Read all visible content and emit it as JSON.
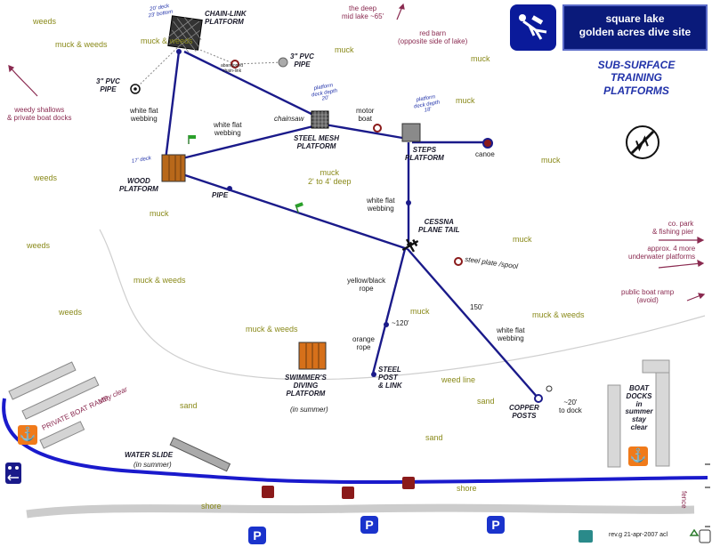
{
  "title": {
    "line1": "square lake",
    "line2": "golden acres dive site"
  },
  "subtitle": {
    "line1": "SUB-SURFACE",
    "line2": "TRAINING",
    "line3": "PLATFORMS"
  },
  "vegetation": {
    "weeds_1": "weeds",
    "muck_weeds_1": "muck & weeds",
    "muck_weeds_2": "muck & weeds",
    "muck_1": "muck",
    "muck_2": "muck",
    "muck_3": "muck",
    "muck_4": "muck",
    "weeds_2": "weeds",
    "weeds_3": "weeds",
    "weeds_4": "weeds",
    "muck_5": "muck",
    "muck_6": "muck",
    "muck_7": "muck",
    "muck_deep": "muck\n2' to 4' deep",
    "muck_weeds_3": "muck & weeds",
    "muck_weeds_4": "muck & weeds",
    "muck_weeds_5": "muck & weeds",
    "weed_line": "weed line",
    "sand_1": "sand",
    "sand_2": "sand",
    "sand_3": "sand",
    "shore_1": "shore",
    "shore_2": "shore"
  },
  "annotations": {
    "deep": "the deep\nmid lake ~65'",
    "red_barn": "red barn\n(opposite side of lake)",
    "weedy_shallows": "weedy shallows\n& private boat docks",
    "co_park": "co. park\n& fishing pier",
    "more_platforms": "approx. 4 more\nunderwater platforms",
    "public_ramp": "public boat ramp\n(avoid)",
    "to_dock": "~20'\nto dock"
  },
  "features": {
    "chain_link": "CHAIN-LINK\nPLATFORM",
    "chain_link_depth": "20' deck\n23' bottom",
    "pvc_pipe_right": "3\" PVC\nPIPE",
    "pvc_pipe_left": "3\" PVC\nPIPE",
    "abandoned": "abandoned\nchain-link",
    "white_webbing_1": "white flat\nwebbing",
    "white_webbing_2": "white flat\nwebbing",
    "white_webbing_3": "white flat\nwebbing",
    "white_webbing_4": "white flat\nwebbing",
    "chainsaw": "chainsaw",
    "steel_mesh": "STEEL MESH\nPLATFORM",
    "steel_mesh_depth": "platform\ndeck depth\n20'",
    "motor_boat": "motor\nboat",
    "steps_depth": "platform\ndeck depth\n18'",
    "steps": "STEPS\nPLATFORM",
    "canoe": "canoe",
    "wood_depth": "17' deck",
    "wood": "WOOD\nPLATFORM",
    "pipe": "PIPE",
    "cessna": "CESSNA\nPLANE TAIL",
    "steel_plate": "steel plate /spool",
    "yellow_rope": "yellow/black\nrope",
    "depth_120": "~120'",
    "orange_rope": "orange\nrope",
    "depth_150": "150'",
    "steel_post": "STEEL\nPOST\n& LINK",
    "copper_posts": "COPPER\nPOSTS",
    "swimmers": "SWIMMER'S\nDIVING\nPLATFORM",
    "swimmers_note": "(in summer)",
    "water_slide": "WATER SLIDE",
    "water_slide_note": "(in summer)",
    "private_ramp": "PRIVATE BOAT RAMP",
    "stay_clear": "stay clear",
    "boat_docks": "BOAT\nDOCKS\nin\nsummer\nstay\nclear",
    "fence": "fence"
  },
  "footer": {
    "revision": "rev.g 21-apr-2007 acl",
    "parking_symbol": "P"
  },
  "colors": {
    "route": "#1a1a8a",
    "title_bg": "#0a1a7a",
    "maroon": "#8a2a50",
    "olive": "#8a8a1a",
    "shoreline": "#1a1acc",
    "parking": "#1a33cc",
    "anchor": "#f07a1a"
  }
}
